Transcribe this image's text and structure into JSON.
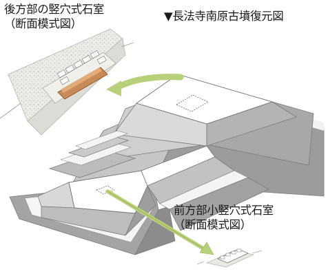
{
  "title": "▼長法寺南原古墳復元図",
  "rear_chamber": {
    "line1": "後方部の竪穴式石室",
    "line2": "（断面模式図）"
  },
  "front_chamber": {
    "line1": "前方部小竪穴式石室",
    "line2": "（断面模式図）"
  },
  "colors": {
    "mound_top": "#ffffff",
    "slope_light": "#d8d8d8",
    "slope_mid": "#b4b4b4",
    "slope_dark": "#8f8f8f",
    "terrace": "#fafafa",
    "arrow": "#b9d07a",
    "clay": "#c88a58",
    "soil": "#e6e6e2"
  }
}
